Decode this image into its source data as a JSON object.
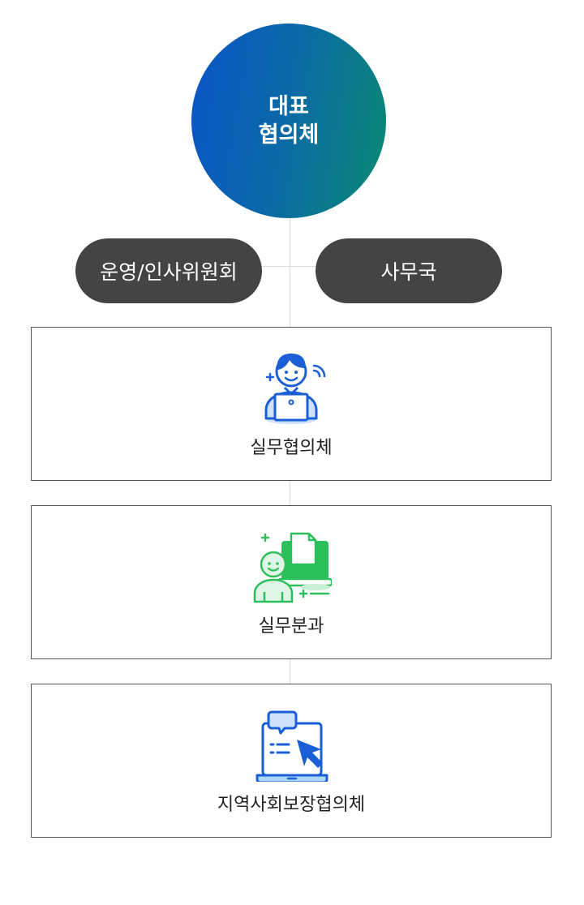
{
  "top_node": {
    "line1": "대표",
    "line2": "협의체"
  },
  "side_nodes": [
    {
      "label": "운영/인사위원회"
    },
    {
      "label": "사무국"
    }
  ],
  "boxes": [
    {
      "label": "실무협의체",
      "icon": "person-laptop-icon",
      "color": "#1a5fd6"
    },
    {
      "label": "실무분과",
      "icon": "person-document-icon",
      "color": "#2cbf5c"
    },
    {
      "label": "지역사회보장협의체",
      "icon": "laptop-chat-cursor-icon",
      "color": "#1a5fd6"
    }
  ],
  "colors": {
    "circle_start": "#0a55c9",
    "circle_end": "#0a8a72",
    "pill_bg": "#444444",
    "connector": "#d9d9d9"
  }
}
